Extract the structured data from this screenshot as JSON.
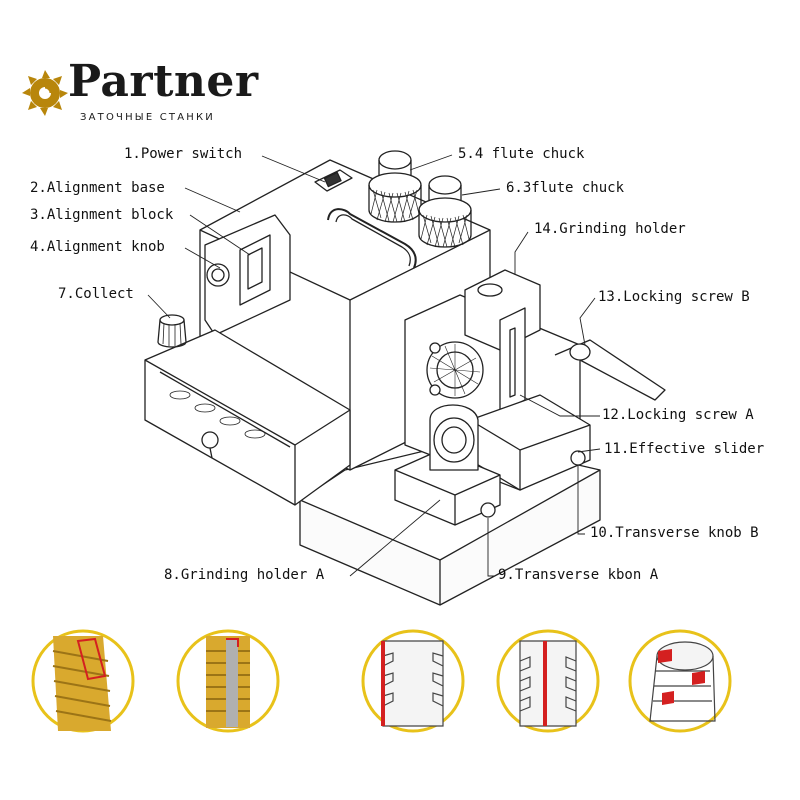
{
  "brand": {
    "name": "Partner",
    "subtitle": "ЗАТОЧНЫЕ СТАНКИ",
    "accent": "#b8860b"
  },
  "labels": [
    {
      "id": "power-switch",
      "text": "1.Power switch"
    },
    {
      "id": "alignment-base",
      "text": "2.Alignment base"
    },
    {
      "id": "alignment-block",
      "text": "3.Alignment block"
    },
    {
      "id": "alignment-knob",
      "text": "4.Alignment knob"
    },
    {
      "id": "four-flute-chuck",
      "text": "5.4 flute chuck"
    },
    {
      "id": "three-flute-chuck",
      "text": "6.3flute chuck"
    },
    {
      "id": "collect",
      "text": "7.Collect"
    },
    {
      "id": "grinding-holder-a",
      "text": "8.Grinding holder A"
    },
    {
      "id": "transverse-knob-a",
      "text": "9.Transverse kbon A"
    },
    {
      "id": "transverse-knob-b",
      "text": "10.Transverse knob B"
    },
    {
      "id": "effective-slider",
      "text": "11.Effective slider"
    },
    {
      "id": "locking-screw-a",
      "text": "12.Locking screw A"
    },
    {
      "id": "locking-screw-b",
      "text": "13.Locking screw B"
    },
    {
      "id": "grinding-holder",
      "text": "14.Grinding holder"
    }
  ],
  "colors": {
    "gold": "#d9a92e",
    "gold_dark": "#9c7416",
    "highlight_red": "#d42020",
    "circle_fill": "#ffffff",
    "circle_border": "#e8c21a",
    "line": "#222222"
  },
  "samples": [
    {
      "name": "gold-tap-spiral"
    },
    {
      "name": "gold-tap-straight"
    },
    {
      "name": "white-tap-four-flute"
    },
    {
      "name": "white-tap-three-flute"
    },
    {
      "name": "white-tap-end-view"
    }
  ]
}
